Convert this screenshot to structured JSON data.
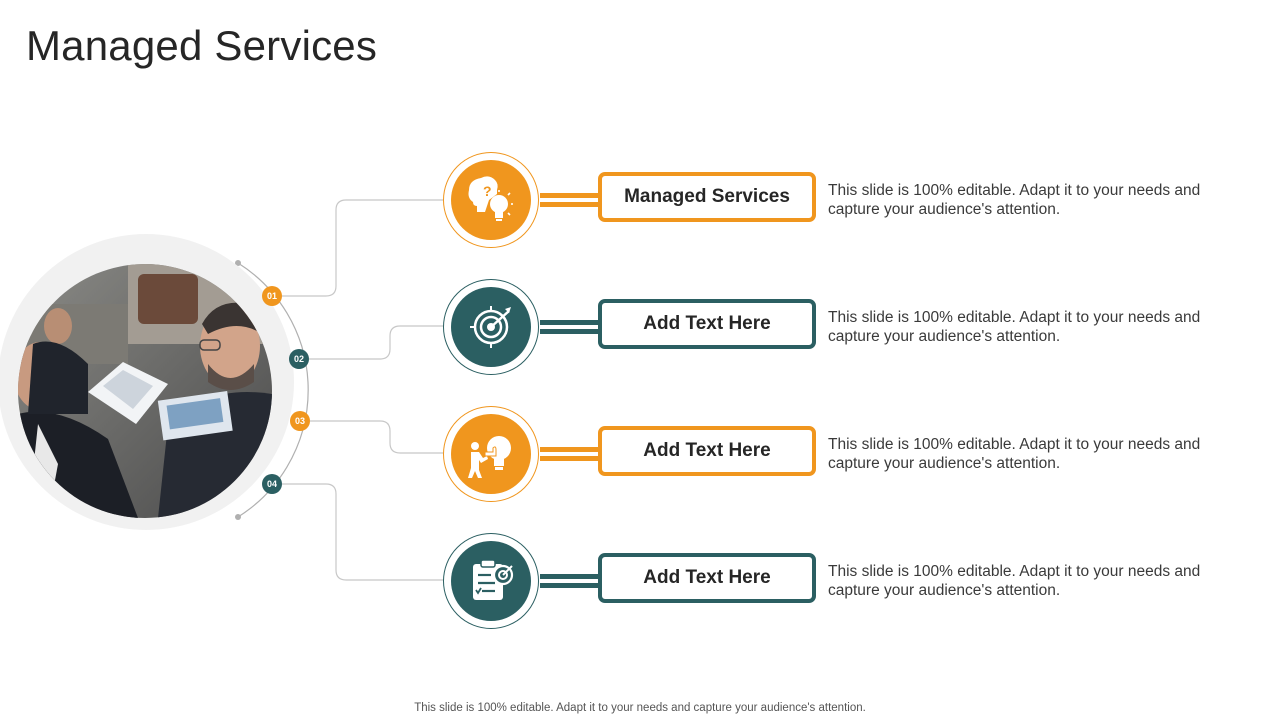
{
  "title": "Managed Services",
  "items": [
    {
      "number": "01",
      "label": "Managed Services",
      "description": "This slide is 100% editable. Adapt it to your needs and capture your audience's attention.",
      "icon": "brain-lightbulb-icon",
      "color": "#f0961e"
    },
    {
      "number": "02",
      "label": "Add Text Here",
      "description": "This slide is 100% editable. Adapt it to your needs and capture your audience's attention.",
      "icon": "target-arrow-icon",
      "color": "#2b5f62"
    },
    {
      "number": "03",
      "label": "Add Text Here",
      "description": "This slide is 100% editable. Adapt it to your needs and capture your audience's attention.",
      "icon": "person-puzzle-bulb-icon",
      "color": "#f0961e"
    },
    {
      "number": "04",
      "label": "Add Text Here",
      "description": "This slide is 100% editable. Adapt it to your needs and capture your audience's attention.",
      "icon": "clipboard-target-icon",
      "color": "#2b5f62"
    }
  ],
  "footer": "This slide is 100% editable. Adapt it to your needs and capture your audience's attention.",
  "colors": {
    "orange": "#f0961e",
    "teal": "#2b5f62",
    "connector": "#c8c8c8"
  }
}
